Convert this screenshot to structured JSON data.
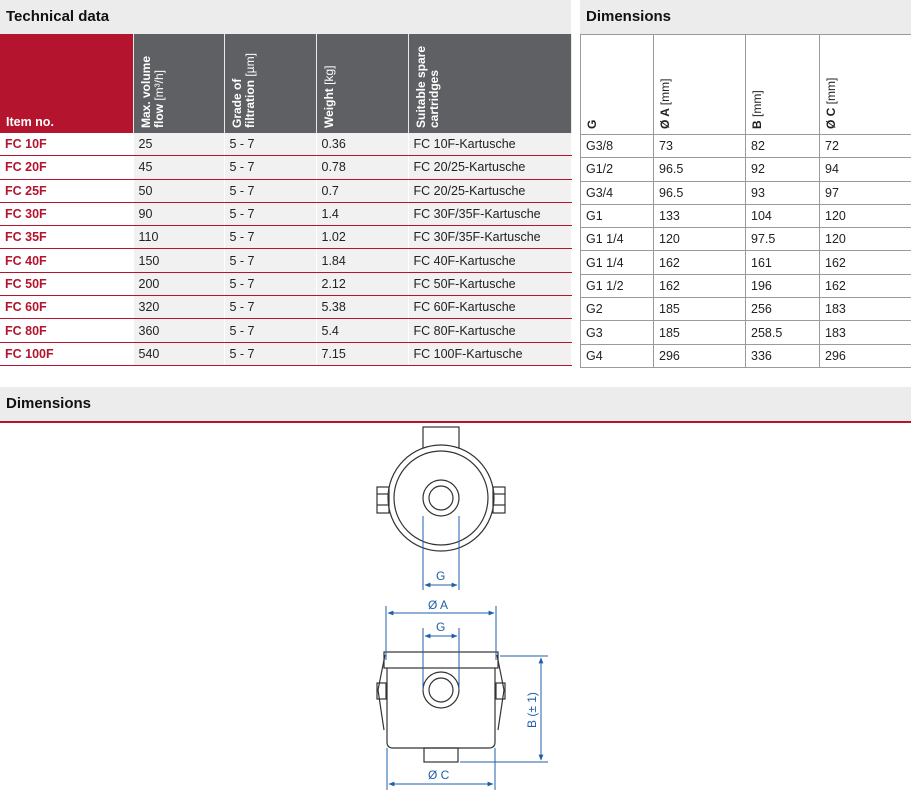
{
  "sections": {
    "technical_data": "Technical data",
    "dimensions_table": "Dimensions",
    "dimensions_drawing": "Dimensions"
  },
  "tech_table": {
    "headers": {
      "item": "Item no.",
      "flow": "Max. volume flow",
      "flow_unit": "[m³/h]",
      "filtration": "Grade of filtration",
      "filtration_unit": "[µm]",
      "weight": "Weight",
      "weight_unit": "[kg]",
      "spare": "Suitable spare cartridges"
    },
    "rows": [
      {
        "item": "FC 10F",
        "flow": "25",
        "filtration": "5 - 7",
        "weight": "0.36",
        "spare": "FC 10F-Kartusche"
      },
      {
        "item": "FC 20F",
        "flow": "45",
        "filtration": "5 - 7",
        "weight": "0.78",
        "spare": "FC 20/25-Kartusche"
      },
      {
        "item": "FC 25F",
        "flow": "50",
        "filtration": "5 - 7",
        "weight": "0.7",
        "spare": "FC 20/25-Kartusche"
      },
      {
        "item": "FC 30F",
        "flow": "90",
        "filtration": "5 - 7",
        "weight": "1.4",
        "spare": "FC 30F/35F-Kartusche"
      },
      {
        "item": "FC 35F",
        "flow": "110",
        "filtration": "5 - 7",
        "weight": "1.02",
        "spare": "FC 30F/35F-Kartusche"
      },
      {
        "item": "FC 40F",
        "flow": "150",
        "filtration": "5 - 7",
        "weight": "1.84",
        "spare": "FC 40F-Kartusche"
      },
      {
        "item": "FC 50F",
        "flow": "200",
        "filtration": "5 - 7",
        "weight": "2.12",
        "spare": "FC 50F-Kartusche"
      },
      {
        "item": "FC 60F",
        "flow": "320",
        "filtration": "5 - 7",
        "weight": "5.38",
        "spare": "FC 60F-Kartusche"
      },
      {
        "item": "FC 80F",
        "flow": "360",
        "filtration": "5 - 7",
        "weight": "5.4",
        "spare": "FC 80F-Kartusche"
      },
      {
        "item": "FC 100F",
        "flow": "540",
        "filtration": "5 - 7",
        "weight": "7.15",
        "spare": "FC 100F-Kartusche"
      }
    ]
  },
  "dim_table": {
    "headers": {
      "g": "G",
      "a": "Ø A",
      "a_unit": "[mm]",
      "b": "B",
      "b_unit": "[mm]",
      "c": "Ø C",
      "c_unit": "[mm]"
    },
    "rows": [
      {
        "g": "G3/8",
        "a": "73",
        "b": "82",
        "c": "72"
      },
      {
        "g": "G1/2",
        "a": "96.5",
        "b": "92",
        "c": "94"
      },
      {
        "g": "G3/4",
        "a": "96.5",
        "b": "93",
        "c": "97"
      },
      {
        "g": "G1",
        "a": "133",
        "b": "104",
        "c": "120"
      },
      {
        "g": "G1 1/4",
        "a": "120",
        "b": "97.5",
        "c": "120"
      },
      {
        "g": "G1 1/4",
        "a": "162",
        "b": "161",
        "c": "162"
      },
      {
        "g": "G1 1/2",
        "a": "162",
        "b": "196",
        "c": "162"
      },
      {
        "g": "G2",
        "a": "185",
        "b": "256",
        "c": "183"
      },
      {
        "g": "G3",
        "a": "185",
        "b": "258.5",
        "c": "183"
      },
      {
        "g": "G4",
        "a": "296",
        "b": "336",
        "c": "296"
      }
    ]
  },
  "drawing": {
    "label_g_top": "G",
    "label_a": "Ø A",
    "label_g_side": "G",
    "label_b": "B (± 1)",
    "label_c": "Ø C"
  },
  "colors": {
    "accent_red": "#b4142d",
    "header_gray": "#5f6063",
    "dimension_blue": "#1f5fa8"
  }
}
